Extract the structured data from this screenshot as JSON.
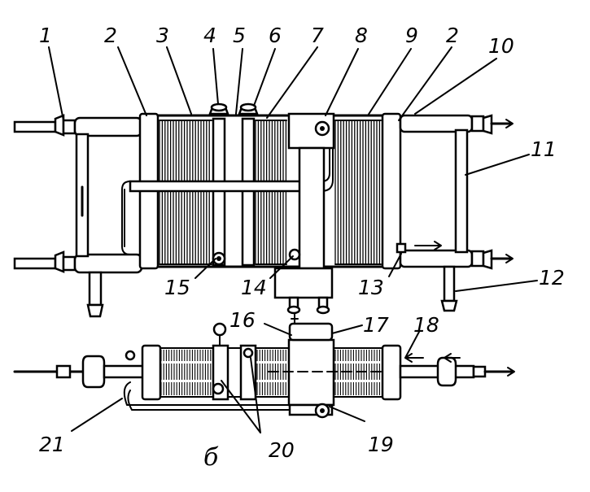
{
  "figure": {
    "caption": "б",
    "labels": {
      "l1": "1",
      "l2a": "2",
      "l3": "3",
      "l4": "4",
      "l5": "5",
      "l6": "6",
      "l7": "7",
      "l8": "8",
      "l9": "9",
      "l2b": "2",
      "l10": "10",
      "l11": "11",
      "l12": "12",
      "l13": "13",
      "l14": "14",
      "l15": "15",
      "l16": "16",
      "l17": "17",
      "l18": "18",
      "l19": "19",
      "l20": "20",
      "l21": "21"
    }
  }
}
